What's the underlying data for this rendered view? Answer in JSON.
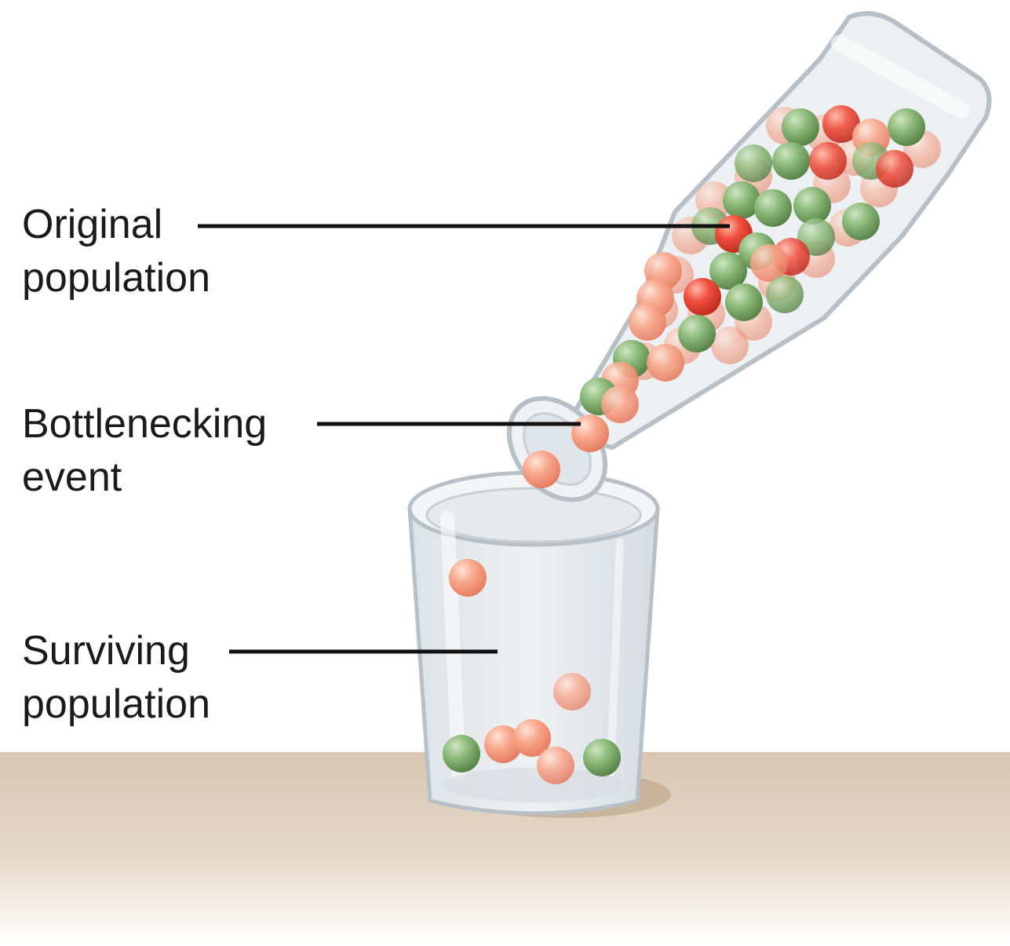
{
  "labels": {
    "original": {
      "line1": "Original",
      "line2": "population"
    },
    "bottleneck": {
      "line1": "Bottlenecking",
      "line2": "event"
    },
    "surviving": {
      "line1": "Surviving",
      "line2": "population"
    }
  },
  "colors": {
    "table": "#d6c4ae",
    "glass": "#e3e7ea",
    "glass_outline": "#b6bfc6",
    "bead_green": "#7fae6c",
    "bead_red": "#ee4a3a",
    "bead_orange": "#f6a083",
    "leader_line": "#111111"
  }
}
